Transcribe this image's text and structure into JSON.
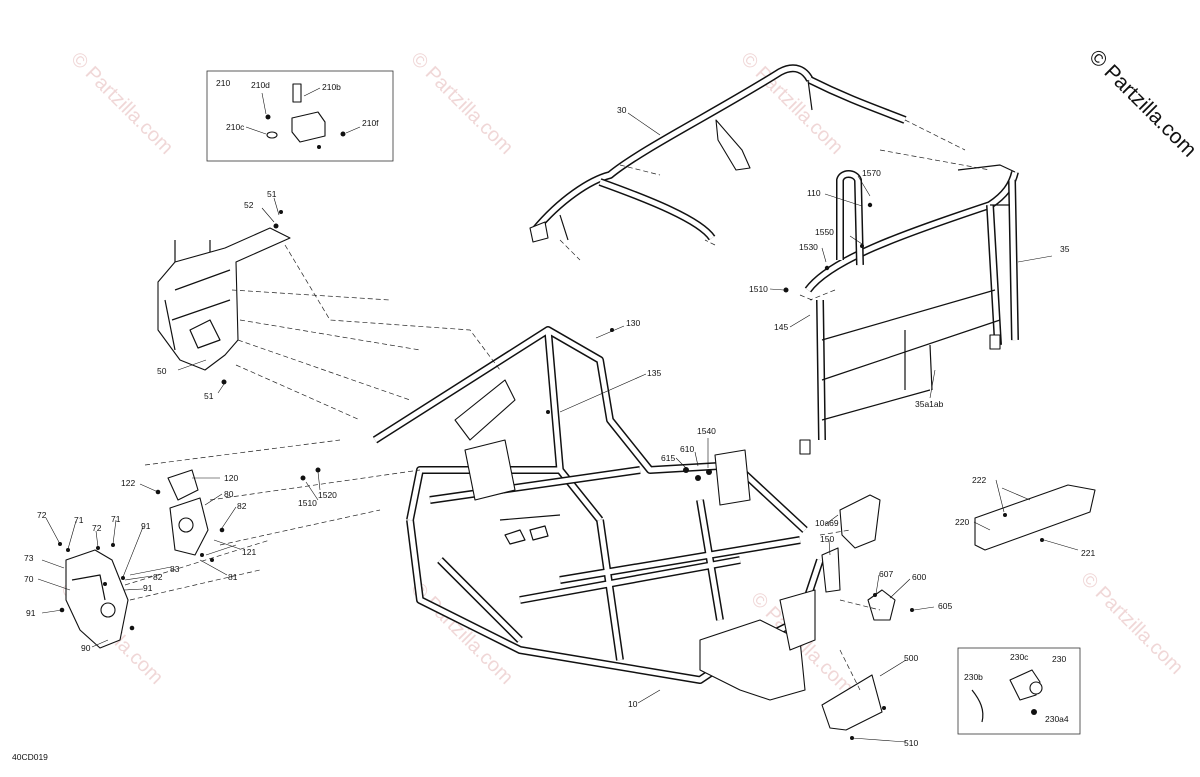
{
  "diagram_code": "40CD019",
  "copyright": "© Partzilla.com",
  "watermark": "© Partzilla.com",
  "callouts": {
    "c210": "210",
    "c210b": "210b",
    "c210c": "210c",
    "c210d": "210d",
    "c210f": "210f",
    "c51a": "51",
    "c52": "52",
    "c50": "50",
    "c51b": "51",
    "c30": "30",
    "c1570": "1570",
    "c110": "110",
    "c1550": "1550",
    "c1530": "1530",
    "c1510a": "1510",
    "c35": "35",
    "c145": "145",
    "c35a1ab": "35a1ab",
    "c130": "130",
    "c135": "135",
    "c1540": "1540",
    "c610": "610",
    "c615": "615",
    "c1520": "1520",
    "c1510b": "1510",
    "c120": "120",
    "c122": "122",
    "c80": "80",
    "c82a": "82",
    "c121": "121",
    "c72a": "72",
    "c71a": "71",
    "c72b": "72",
    "c71b": "71",
    "c91a": "91",
    "c73": "73",
    "c83": "83",
    "c82b": "82",
    "c70": "70",
    "c91b": "91",
    "c81": "81",
    "c91c": "91",
    "c90": "90",
    "c10a69": "10a69",
    "c150": "150",
    "c607": "607",
    "c600": "600",
    "c605": "605",
    "c222": "222",
    "c220": "220",
    "c221": "221",
    "c500": "500",
    "c10": "10",
    "c510": "510",
    "c230c": "230c",
    "c230": "230",
    "c230b": "230b",
    "c230a4": "230a4"
  }
}
